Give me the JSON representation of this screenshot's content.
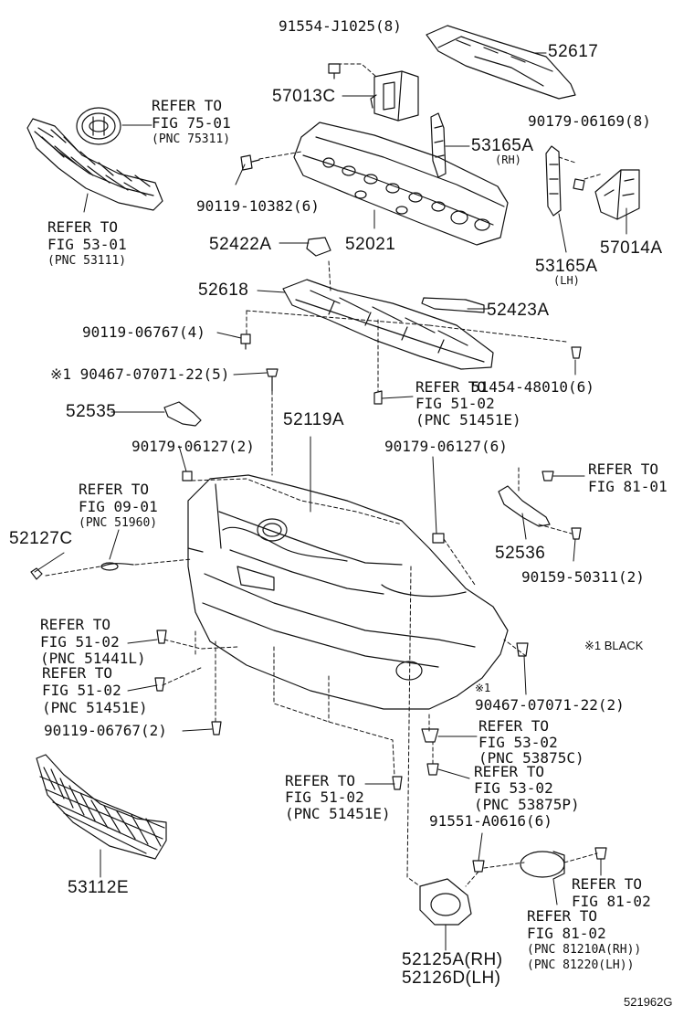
{
  "labels": {
    "p91554": "91554-J1025(8)",
    "p52617": "52617",
    "p57013c": "57013C",
    "refer7501_a": "REFER TO",
    "refer7501_b": "FIG 75-01",
    "refer7501_c": "(PNC 75311)",
    "p90179_06169": "90179-06169(8)",
    "p53165a_rh": "53165A",
    "rh1": "(RH)",
    "p90119_10382": "90119-10382(6)",
    "p52021": "52021",
    "refer5301_a": "REFER TO",
    "refer5301_b": "FIG 53-01",
    "refer5301_c": "(PNC 53111)",
    "p52422a": "52422A",
    "p53165a_lh": "53165A",
    "lh1": "(LH)",
    "p57014a": "57014A",
    "p52618": "52618",
    "p52423a": "52423A",
    "p90119_06767_4": "90119-06767(4)",
    "p90467_5": "※1 90467-07071-22(5)",
    "p51454": "51454-48010(6)",
    "refer5102a_a": "REFER TO",
    "refer5102a_b": "FIG 51-02",
    "refer5102a_c": "(PNC 51451E)",
    "p52535": "52535",
    "p52119a": "52119A",
    "p90179_06127_2": "90179-06127(2)",
    "p90179_06127_6": "90179-06127(6)",
    "refer8101_a": "REFER TO",
    "refer8101_b": "FIG 81-01",
    "refer0901_a": "REFER TO",
    "refer0901_b": "FIG 09-01",
    "refer0901_c": "(PNC 51960)",
    "p52127c": "52127C",
    "p52536": "52536",
    "p90159": "90159-50311(2)",
    "refer5102b_a": "REFER TO",
    "refer5102b_b": "FIG 51-02",
    "refer5102b_c": "(PNC 51441L)",
    "refer5102c_a": "REFER TO",
    "refer5102c_b": "FIG 51-02",
    "refer5102c_c": "(PNC 51451E)",
    "black_note": "※1 BLACK",
    "note1": "※1",
    "p90467_2": "90467-07071-22(2)",
    "p90119_06767_2": "90119-06767(2)",
    "refer5302a_a": "REFER TO",
    "refer5302a_b": "FIG 53-02",
    "refer5302a_c": "(PNC 53875C)",
    "refer5302b_a": "REFER TO",
    "refer5302b_b": "FIG 53-02",
    "refer5302b_c": "(PNC 53875P)",
    "refer5102d_a": "REFER TO",
    "refer5102d_b": "FIG 51-02",
    "refer5102d_c": "(PNC 51451E)",
    "p91551": "91551-A0616(6)",
    "p53112e": "53112E",
    "refer8102a_a": "REFER TO",
    "refer8102a_b": "FIG 81-02",
    "refer8102b_a": "REFER TO",
    "refer8102b_b": "FIG 81-02",
    "refer8102b_c": "(PNC 81210A(RH))",
    "refer8102b_d": "(PNC 81220(LH))",
    "p52125a": "52125A(RH)",
    "p52126d": "52126D(LH)",
    "figure_id": "521962G"
  }
}
